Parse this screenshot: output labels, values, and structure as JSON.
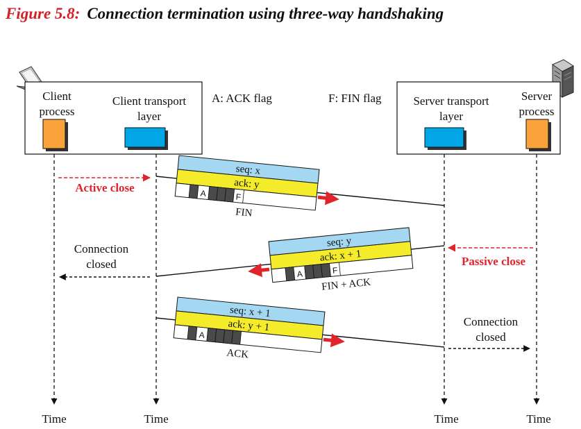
{
  "figure": {
    "number": "Figure 5.8:",
    "title": "Connection termination using three-way handshaking"
  },
  "client": {
    "process_label_1": "Client",
    "process_label_2": "process",
    "transport_label_1": "Client transport",
    "transport_label_2": "layer",
    "icon": "laptop-icon"
  },
  "server": {
    "transport_label_1": "Server transport",
    "transport_label_2": "layer",
    "process_label_1": "Server",
    "process_label_2": "process",
    "icon": "server-tower-icon"
  },
  "legend": {
    "ack_flag": "A: ACK flag",
    "fin_flag": "F: FIN flag"
  },
  "segments": [
    {
      "seq": "seq: x",
      "ack": "ack: y",
      "caption": "FIN",
      "flags": [
        "A",
        "F"
      ]
    },
    {
      "seq": "seq: y",
      "ack": "ack: x + 1",
      "caption": "FIN + ACK",
      "flags": [
        "A",
        "F"
      ]
    },
    {
      "seq": "seq: x + 1",
      "ack": "ack: y + 1",
      "caption": "ACK",
      "flags": [
        "A"
      ]
    }
  ],
  "events": {
    "active_close": "Active close",
    "passive_close": "Passive close",
    "client_closed_1": "Connection",
    "client_closed_2": "closed",
    "server_closed_1": "Connection",
    "server_closed_2": "closed"
  },
  "time_label": "Time",
  "colors": {
    "figure_number": "#d42027",
    "red_arrow": "#e0242b",
    "process_box": "#f9a33a",
    "transport_box": "#00a6e6",
    "seq_band": "#a4d8f2",
    "ack_band": "#f4ec2a",
    "flag_dark": "#4a4a4a"
  }
}
